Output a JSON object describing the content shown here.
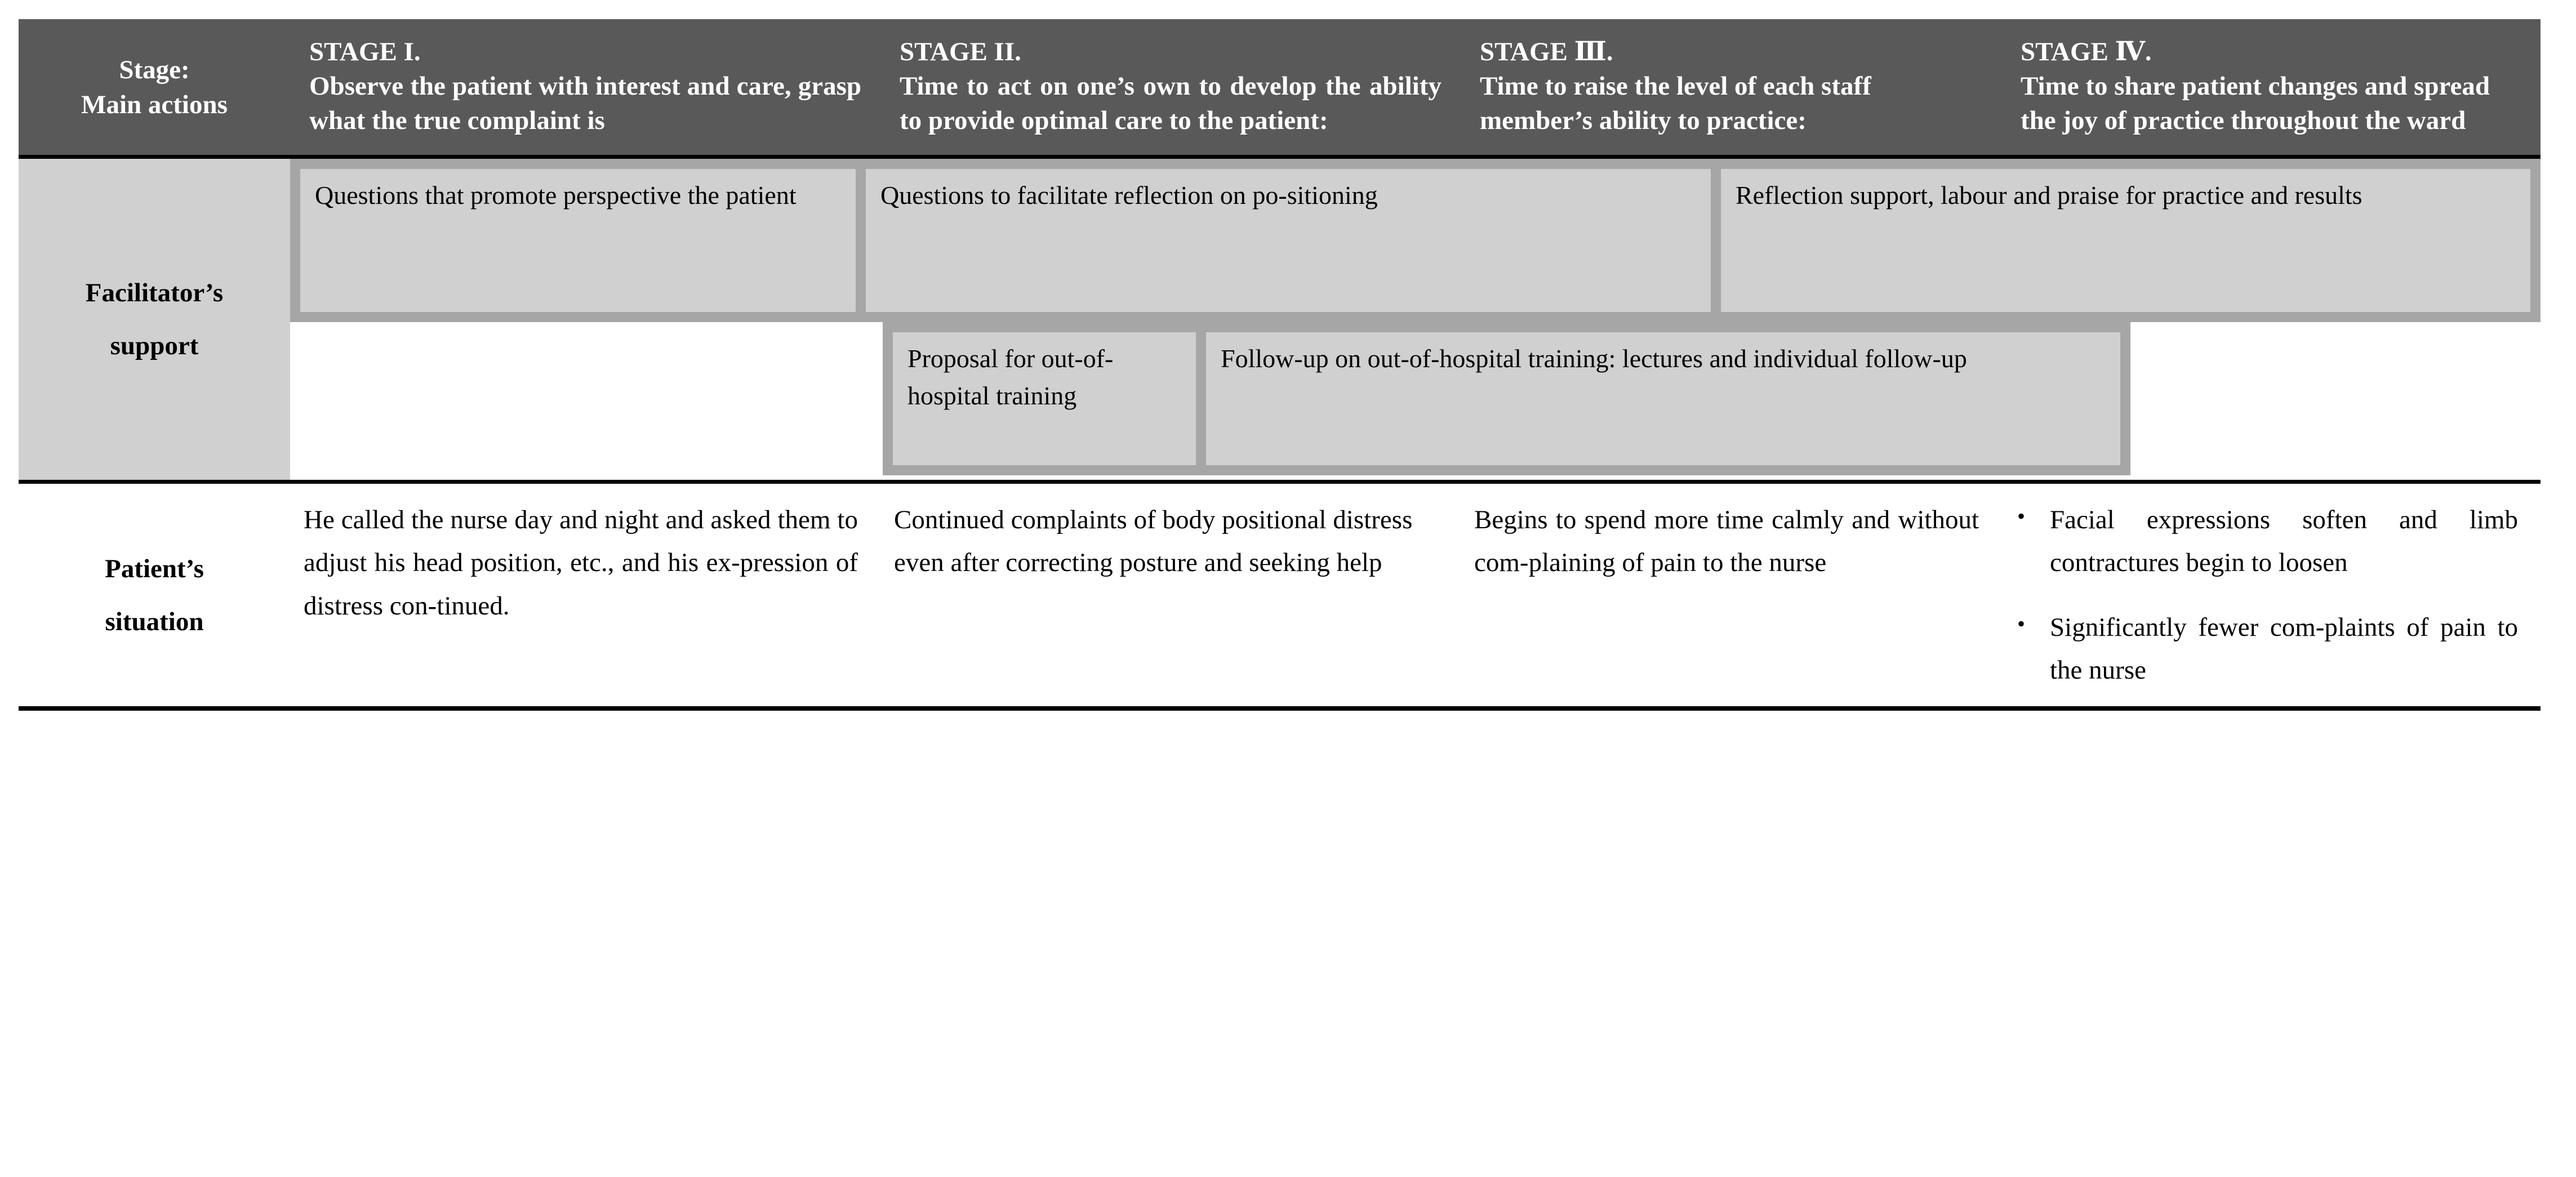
{
  "table": {
    "colors": {
      "header_bg": "#595959",
      "header_text": "#ffffff",
      "label_bg": "#d0d0d0",
      "band_bg": "#a6a6a6",
      "chip_bg": "#d0d0d0",
      "rule": "#000000",
      "page_bg": "#ffffff"
    },
    "rows": {
      "header": {
        "label_line1": "Stage:",
        "label_line2": "Main actions",
        "stages": [
          {
            "number": "STAGE I.",
            "description": "Observe the patient with interest and care, grasp what the true complaint is"
          },
          {
            "number": "STAGE II.",
            "description": "Time to act on one’s own to develop the ability to provide optimal care to the patient:"
          },
          {
            "number": "STAGE Ⅲ.",
            "description": "Time to raise the level of each staff member’s ability to practice:"
          },
          {
            "number": "STAGE Ⅳ.",
            "description": "Time to share patient changes and spread the joy of practice throughout the ward"
          }
        ]
      },
      "facilitator": {
        "label_line1": "Facilitator’s",
        "label_line2": "support",
        "top_items": [
          "Questions that promote perspective the patient",
          "Questions to facilitate reflection on po-sitioning",
          "Reflection support, labour and praise for practice and results"
        ],
        "bottom_items": [
          "Proposal for out-of-hospital training",
          "Follow-up on out-of-hospital training: lectures and individual follow-up"
        ]
      },
      "patient": {
        "label_line1": "Patient’s",
        "label_line2": "situation",
        "cells": [
          {
            "type": "paragraph",
            "text": "He called the nurse day and night and asked them to adjust his head position, etc., and his ex-pression of distress con-tinued."
          },
          {
            "type": "paragraph",
            "text": "Continued complaints of body positional distress even after correcting posture and seeking help"
          },
          {
            "type": "paragraph",
            "text": "Begins to spend more time calmly and without com-plaining of pain to the nurse"
          },
          {
            "type": "bullets",
            "bullet_glyph": "•",
            "items": [
              "Facial expressions soften and limb contractures begin to loosen",
              "Significantly fewer com-plaints of pain to the nurse"
            ]
          }
        ]
      }
    }
  }
}
